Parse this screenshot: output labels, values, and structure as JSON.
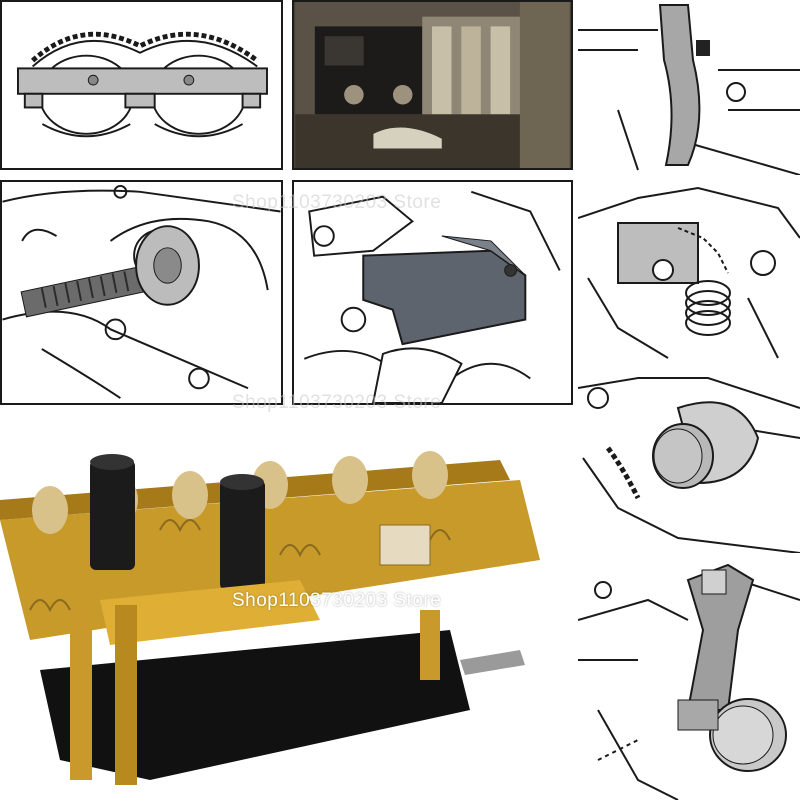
{
  "watermarks": {
    "top": "Shop1103730203 Store",
    "middle": "Shop1103730203 Store",
    "photo": "Shop1103730203 Store"
  },
  "colors": {
    "line": "#1a1a1a",
    "tool_gray": "#5a6068",
    "gold": "#c8961e",
    "base_black": "#111111"
  },
  "panels": [
    {
      "id": "camshaft-chain-bar",
      "icon": "camshaft-alignment-bar-icon"
    },
    {
      "id": "cylinder-head-photo",
      "icon": "cylinder-head-photo"
    },
    {
      "id": "threaded-puller",
      "icon": "threaded-puller-icon"
    },
    {
      "id": "l-bracket-tool",
      "icon": "l-bracket-tool-icon"
    },
    {
      "id": "cam-plate",
      "icon": "cam-plate-icon"
    },
    {
      "id": "chain-tensioner",
      "icon": "chain-tensioner-icon"
    },
    {
      "id": "cap-plug",
      "icon": "cap-plug-icon"
    },
    {
      "id": "crank-lever",
      "icon": "crank-lever-icon"
    },
    {
      "id": "mount-photo",
      "icon": "camshaft-mount-photo"
    }
  ]
}
